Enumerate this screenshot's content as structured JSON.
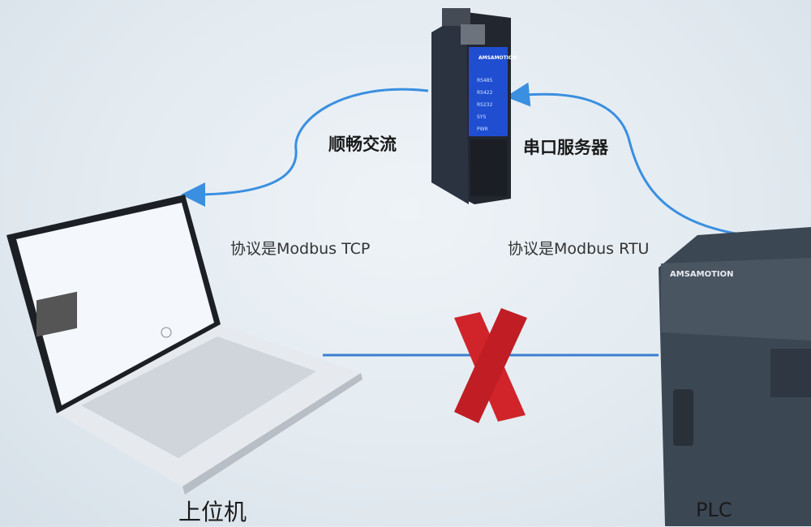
{
  "labels": {
    "left_flow": "顺畅交流",
    "right_device": "串口服务器",
    "left_protocol": "协议是Modbus TCP",
    "right_protocol": "协议是Modbus RTU",
    "host": "上位机",
    "plc": "PLC"
  },
  "device": {
    "brand": "AMSAMOTION",
    "leds": [
      "RS485",
      "RS422",
      "RS232",
      "SYS",
      "PWR"
    ]
  },
  "plc_brand": "AMSAMOTION",
  "colors": {
    "arrow": "#3a8fe0",
    "cross": "#d0242a",
    "line": "#3b7fd0",
    "device_panel": "#1f4fd0"
  }
}
